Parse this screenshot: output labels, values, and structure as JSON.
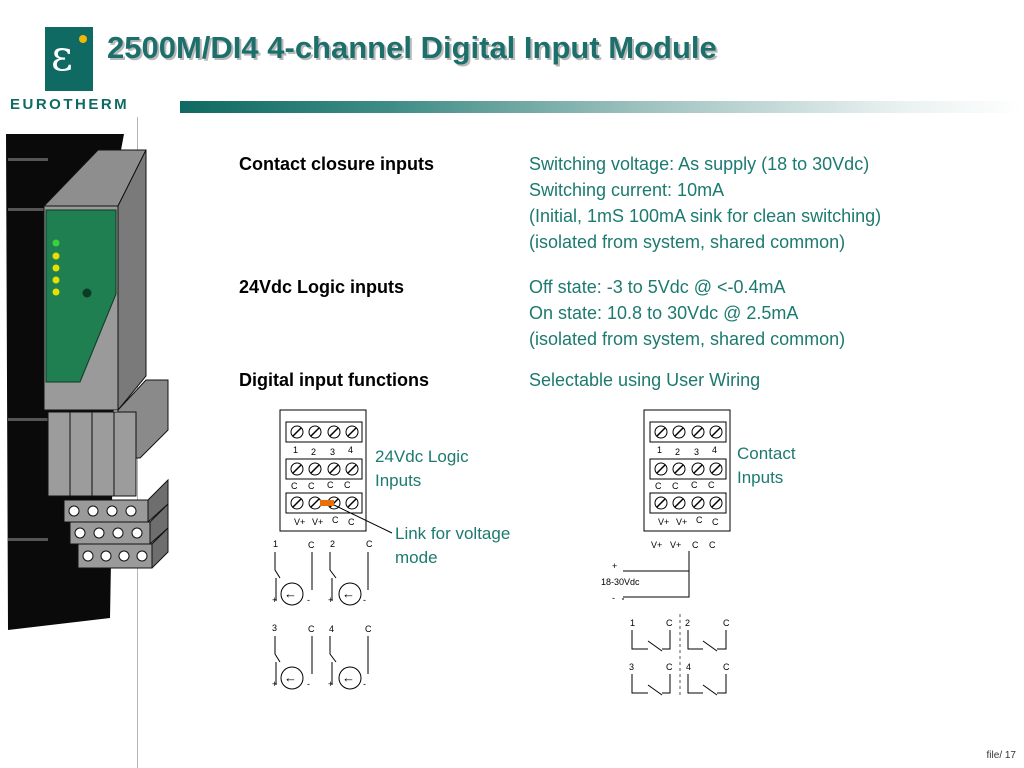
{
  "header": {
    "title": "2500M/DI4  4-channel Digital Input Module",
    "brand": "EUROTHERM",
    "logo_glyph": "ε"
  },
  "specs": [
    {
      "heading": "Contact closure inputs",
      "lines": [
        "Switching voltage:   As supply (18 to 30Vdc)",
        "Switching current:   10mA",
        "(Initial, 1mS 100mA sink for clean switching)",
        "(isolated from system, shared common)"
      ]
    },
    {
      "heading": "24Vdc Logic inputs",
      "lines": [
        "Off state:  -3 to 5Vdc @ <-0.4mA",
        "On state:  10.8 to 30Vdc @ 2.5mA",
        "(isolated from system, shared common)"
      ]
    },
    {
      "heading": "Digital input functions",
      "lines": [
        "Selectable using User Wiring"
      ]
    }
  ],
  "diagrams": {
    "logic": {
      "caption_line1": "24Vdc Logic",
      "caption_line2": "Inputs",
      "link_caption_line1": "Link for voltage",
      "link_caption_line2": "mode",
      "row1": [
        "1",
        "2",
        "3",
        "4"
      ],
      "row2": [
        "C",
        "C",
        "C",
        "C"
      ],
      "row3": [
        "V+",
        "V+",
        "C",
        "C"
      ],
      "sources": [
        {
          "n": "1",
          "c": "C"
        },
        {
          "n": "2",
          "c": "C"
        },
        {
          "n": "3",
          "c": "C"
        },
        {
          "n": "4",
          "c": "C"
        }
      ],
      "plus": "+",
      "minus": "-"
    },
    "contact": {
      "caption_line1": "Contact",
      "caption_line2": "Inputs",
      "row1": [
        "1",
        "2",
        "3",
        "4"
      ],
      "row2": [
        "C",
        "C",
        "C",
        "C"
      ],
      "row3": [
        "V+",
        "V+",
        "C",
        "C"
      ],
      "supply_labels": [
        "V+",
        "V+",
        "C",
        "C"
      ],
      "supply_plus": "+",
      "supply_voltage": "18-30Vdc",
      "supply_minus": "-",
      "switches": [
        {
          "n": "1",
          "c": "C"
        },
        {
          "n": "2",
          "c": "C"
        },
        {
          "n": "3",
          "c": "C"
        },
        {
          "n": "4",
          "c": "C"
        }
      ]
    }
  },
  "footer": {
    "page": "file/ 17"
  },
  "colors": {
    "brand": "#0e6a62",
    "accent_text": "#1c7a70",
    "module_green": "#1f7f50",
    "link_orange": "#e8700a",
    "led_yellow": "#e8e000",
    "led_green": "#3bd13b"
  }
}
